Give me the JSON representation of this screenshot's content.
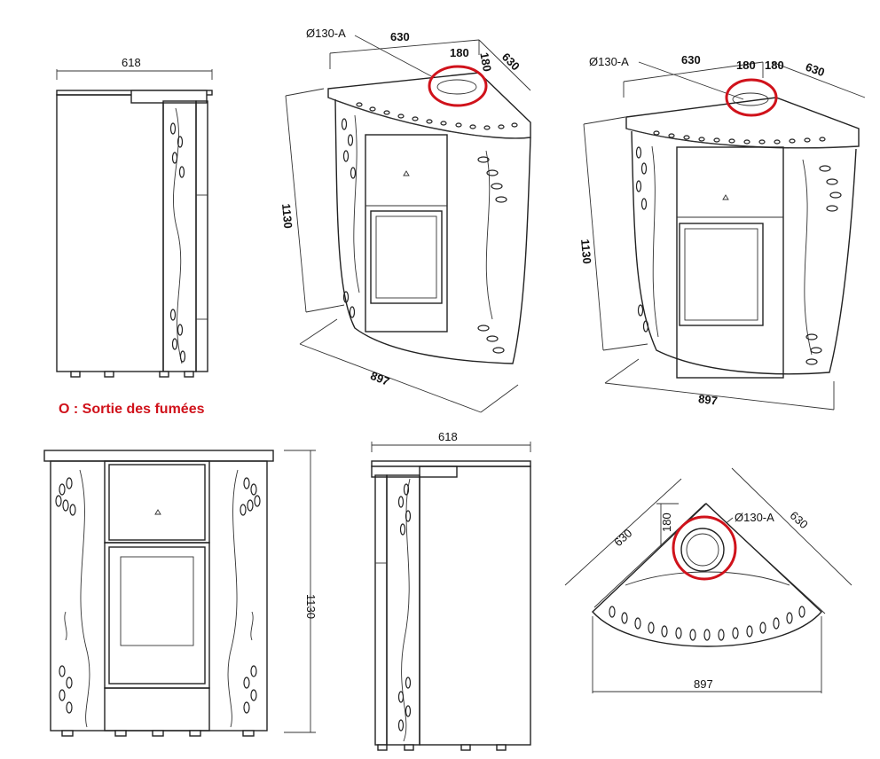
{
  "legend": "O : Sortie des fumées",
  "colors": {
    "marker": "#d0121b",
    "line": "#222222"
  },
  "dims": {
    "side_depth": "618",
    "flue": "Ø130-A",
    "width": "630",
    "flue_offset": "180",
    "height": "1130",
    "diagonal": "897"
  }
}
